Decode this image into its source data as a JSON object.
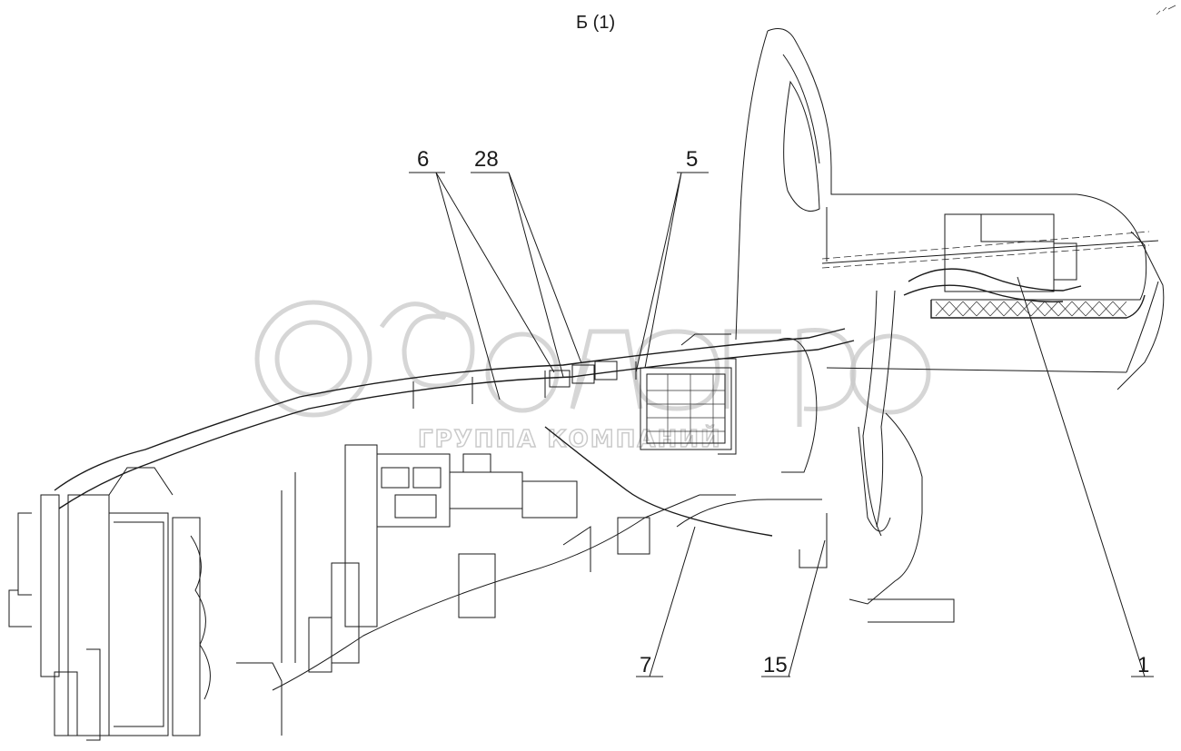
{
  "view_title": "Б (1)",
  "callouts": [
    {
      "id": "6",
      "label": "6"
    },
    {
      "id": "28",
      "label": "28"
    },
    {
      "id": "5",
      "label": "5"
    },
    {
      "id": "7",
      "label": "7"
    },
    {
      "id": "15",
      "label": "15"
    },
    {
      "id": "1",
      "label": "1"
    }
  ],
  "watermark": {
    "brand": "белагро",
    "subtitle": "ГРУППА КОМПАНИЙ"
  }
}
